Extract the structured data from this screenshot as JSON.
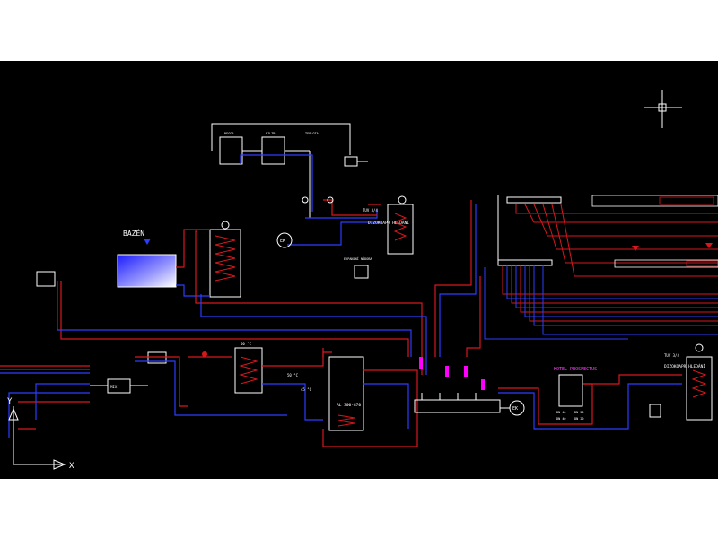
{
  "labels": {
    "pool": "BAZÉN",
    "boiler_left": "DIZOKOAPR HLEDÁNÍ",
    "boiler_right": "DIZOKOAPR HLEDÁNÍ",
    "boiler_right_title": "DIZOKOAPR HLEDÁNÍ",
    "tank_label": "AL 300-870",
    "kotel_label": "KOTEL PROSPECTUS",
    "ek_top": "EK",
    "ek_bottom": "EK",
    "tuv_top": "TUV 3/4",
    "tuv_right": "TUV 3/4",
    "ucs_x": "X",
    "ucs_y": "Y",
    "exp_vessel": "EXPANZNÍ NÁDOBA",
    "box_a": "REGOR",
    "box_b": "FILTR",
    "box_c": "TEPLOTA",
    "mixer": "MIX",
    "dn_a": "DN 40",
    "dn_b": "DN 20",
    "dn_c": "DN 40",
    "dn_d": "DN 20",
    "temp_a": "60 °C",
    "temp_b": "50 °C",
    "temp_c": "45 °C"
  },
  "colors": {
    "background": "#000000",
    "supply_pipe": "#d6181e",
    "return_pipe": "#2c3cff",
    "equipment": "#ffffff",
    "valve_marker": "#ff00ff",
    "pool_water": "#3a3aff"
  }
}
